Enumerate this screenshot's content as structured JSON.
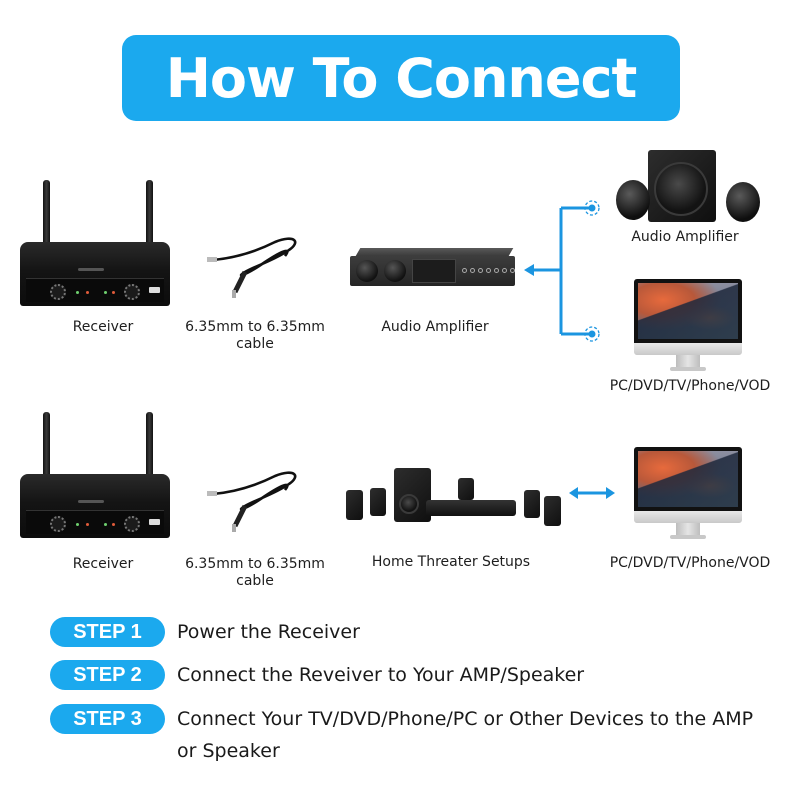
{
  "title": "How To Connect",
  "colors": {
    "accent": "#1ba9ee",
    "connector": "#1b95e0",
    "text": "#1a1a1a",
    "background": "#ffffff"
  },
  "row1": {
    "receiver_label": "Receiver",
    "cable_label_line1": "6.35mm to 6.35mm",
    "cable_label_line2": "cable",
    "amplifier_label": "Audio Amplifier",
    "outputs": [
      {
        "label": "Audio Amplifier",
        "icon": "speaker-system-icon"
      },
      {
        "label": "PC/DVD/TV/Phone/VOD",
        "icon": "monitor-icon"
      }
    ],
    "connector": "branch-arrow-left"
  },
  "row2": {
    "receiver_label": "Receiver",
    "cable_label_line1": "6.35mm to 6.35mm",
    "cable_label_line2": "cable",
    "home_theater_label": "Home Threater Setups",
    "output_label": "PC/DVD/TV/Phone/VOD",
    "connector": "double-arrow"
  },
  "steps": [
    {
      "badge": "STEP 1",
      "text": "Power the Receiver"
    },
    {
      "badge": "STEP 2",
      "text": "Connect the Reveiver to Your AMP/Speaker"
    },
    {
      "badge": "STEP 3",
      "text": "Connect Your TV/DVD/Phone/PC or Other Devices to the AMP or Speaker"
    }
  ]
}
